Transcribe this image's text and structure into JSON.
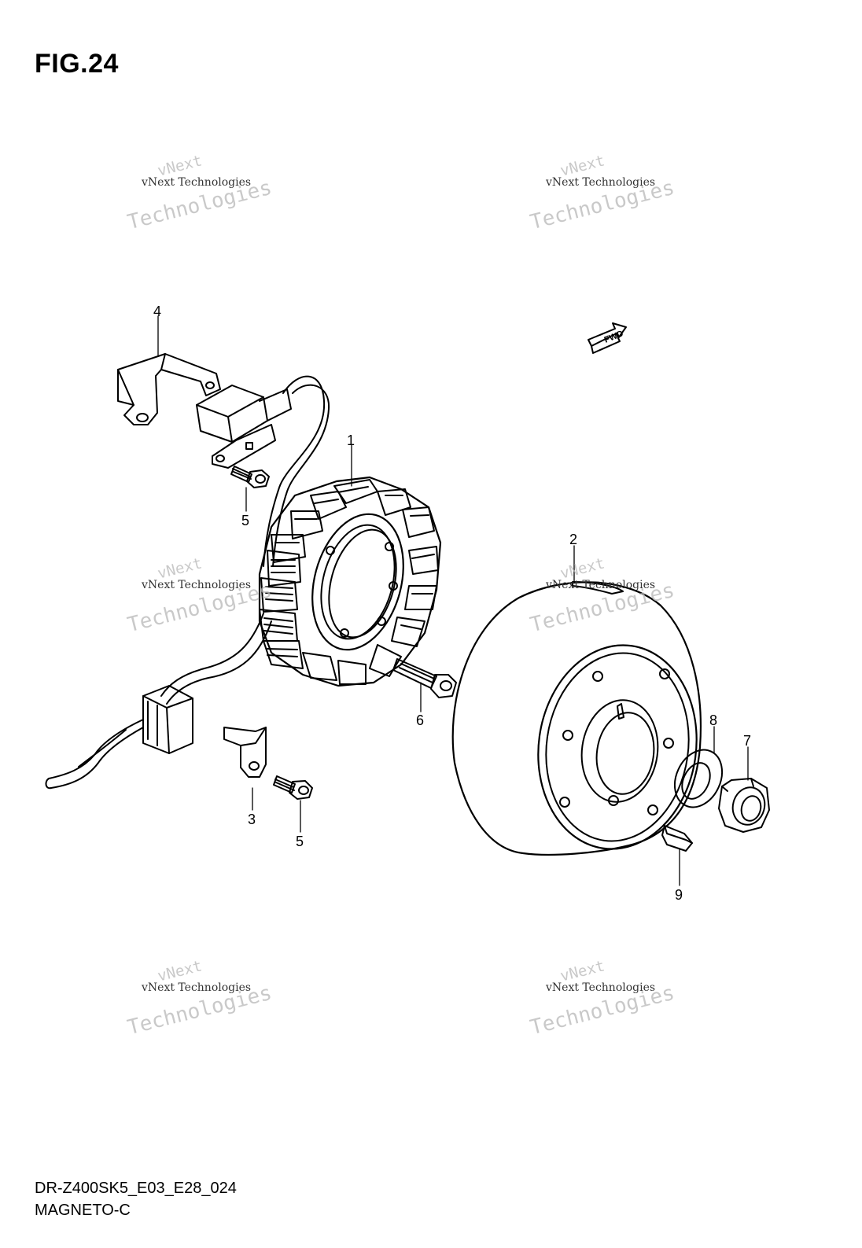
{
  "figure": {
    "title": "FIG.24"
  },
  "footer": {
    "model_code": "DR-Z400SK5_E03_E28_024",
    "section_name": "MAGNETO-C"
  },
  "direction_marker": {
    "text": "FWD"
  },
  "callouts": [
    {
      "label": "1"
    },
    {
      "label": "2"
    },
    {
      "label": "3"
    },
    {
      "label": "4"
    },
    {
      "label": "5"
    },
    {
      "label": "5"
    },
    {
      "label": "6"
    },
    {
      "label": "7"
    },
    {
      "label": "8"
    },
    {
      "label": "9"
    }
  ],
  "watermark": {
    "line1": "vNext",
    "line2": "vNext Technologies",
    "line3": "Technologies"
  }
}
